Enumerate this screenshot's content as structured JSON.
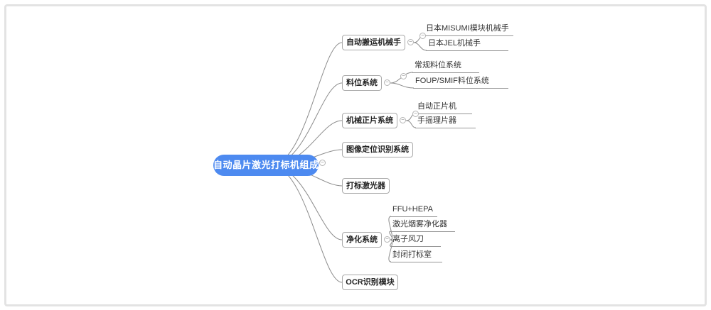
{
  "frame": {
    "border_color": "#e3e3e3"
  },
  "mindmap": {
    "title": "自动晶片激光打标机组成",
    "toggle_glyph": "−",
    "line_color": "#8c8c8c",
    "root": {
      "label": "自动晶片激光打标机组成",
      "fill": "#4d8af0",
      "text_color": "#ffffff"
    },
    "branches": [
      {
        "label": "自动搬运机械手",
        "children": [
          {
            "label": "日本MISUMI模块机械手"
          },
          {
            "label": "日本JEL机械手"
          }
        ]
      },
      {
        "label": "料位系统",
        "children": [
          {
            "label": "常规料位系统"
          },
          {
            "label": "FOUP/SMIF料位系统"
          }
        ]
      },
      {
        "label": "机械正片系统",
        "children": [
          {
            "label": "自动正片机"
          },
          {
            "label": "手摇理片器"
          }
        ]
      },
      {
        "label": "图像定位识别系统",
        "children": []
      },
      {
        "label": "打标激光器",
        "children": []
      },
      {
        "label": "净化系统",
        "children": [
          {
            "label": "FFU+HEPA"
          },
          {
            "label": "激光烟雾净化器"
          },
          {
            "label": "离子风刀"
          },
          {
            "label": "封闭打标室"
          }
        ]
      },
      {
        "label": "OCR识别模块",
        "children": []
      }
    ]
  }
}
